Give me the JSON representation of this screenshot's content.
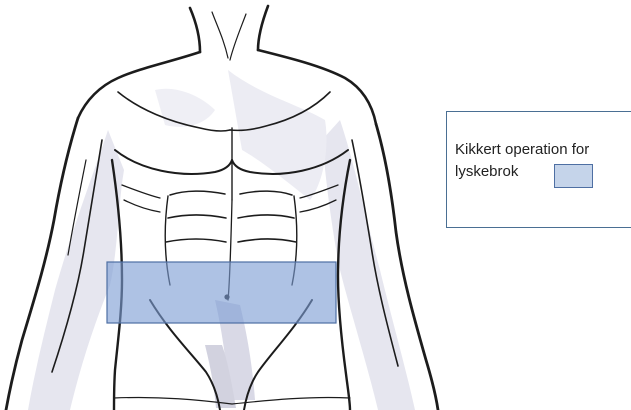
{
  "legend": {
    "text": "Kikkert operation for lyskebrok",
    "swatch_color": "#c5d4ea",
    "swatch_border": "#4e6fa3"
  },
  "highlight_region": {
    "fill": "#7c9dd3",
    "stroke": "#4e6fa3",
    "opacity": 0.62
  },
  "illustration": {
    "subject": "male-torso-line-drawing",
    "line_color": "#1c1c1c",
    "shade_color": "#e4e4ee"
  }
}
